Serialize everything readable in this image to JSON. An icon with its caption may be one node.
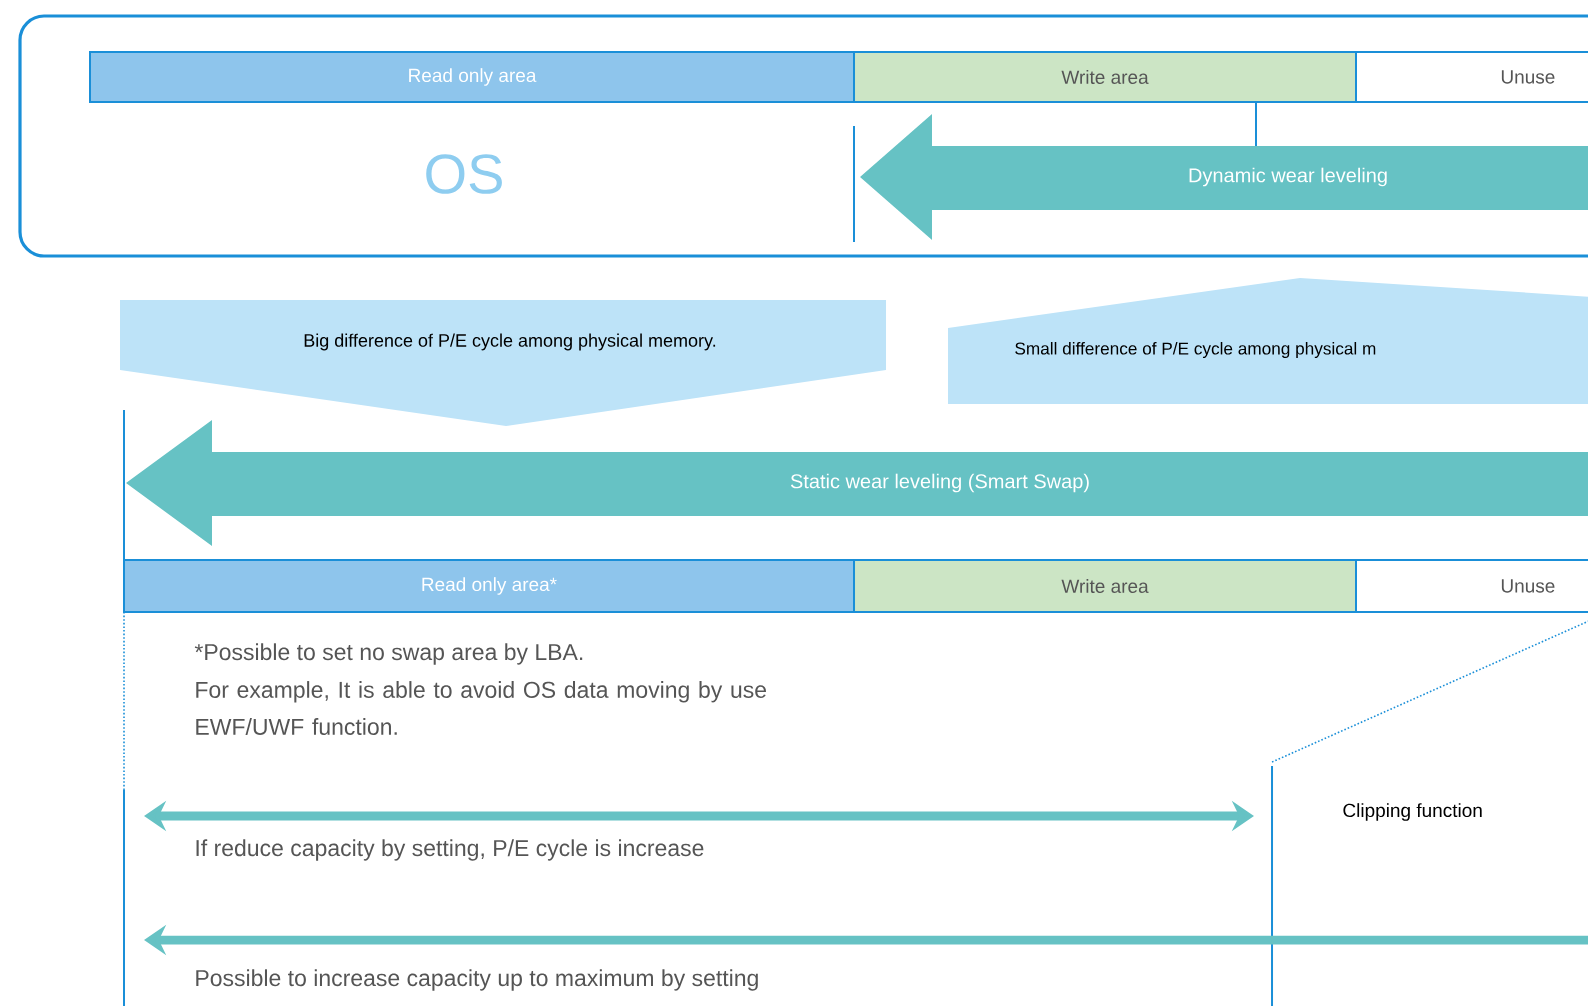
{
  "diagram": {
    "nodes": [
      {
        "text": [],
        "shape": "box"
      },
      {
        "text": [
          "Read only area"
        ],
        "in": 0
      },
      {
        "text": [
          "Write area"
        ],
        "in": 0
      },
      {
        "text": [
          "Unuse"
        ],
        "in": 0
      },
      {
        "text": [
          "Dynamic wear leveling"
        ],
        "in": 0
      },
      {
        "text": [
          "Big difference of P/E cycle among physical memory."
        ]
      },
      {
        "text": [
          "Small difference of P/E cycle among  physical m"
        ]
      },
      {
        "text": [
          "Static wear leveling (Smart Swap)"
        ]
      },
      {
        "text": [
          "Read only area*"
        ]
      },
      {
        "text": [
          "Write area"
        ]
      },
      {
        "text": [
          "Unuse"
        ]
      }
    ],
    "labels": [
      "OS",
      "*Possible to set no swap area by LBA.",
      "For example, It is able to avoid OS data moving by use EWF/UWF function.",
      "Clipping function",
      "If reduce capacity by setting, P/E cycle is increase",
      "Possible to increase capacity up to maximum by setting"
    ]
  }
}
